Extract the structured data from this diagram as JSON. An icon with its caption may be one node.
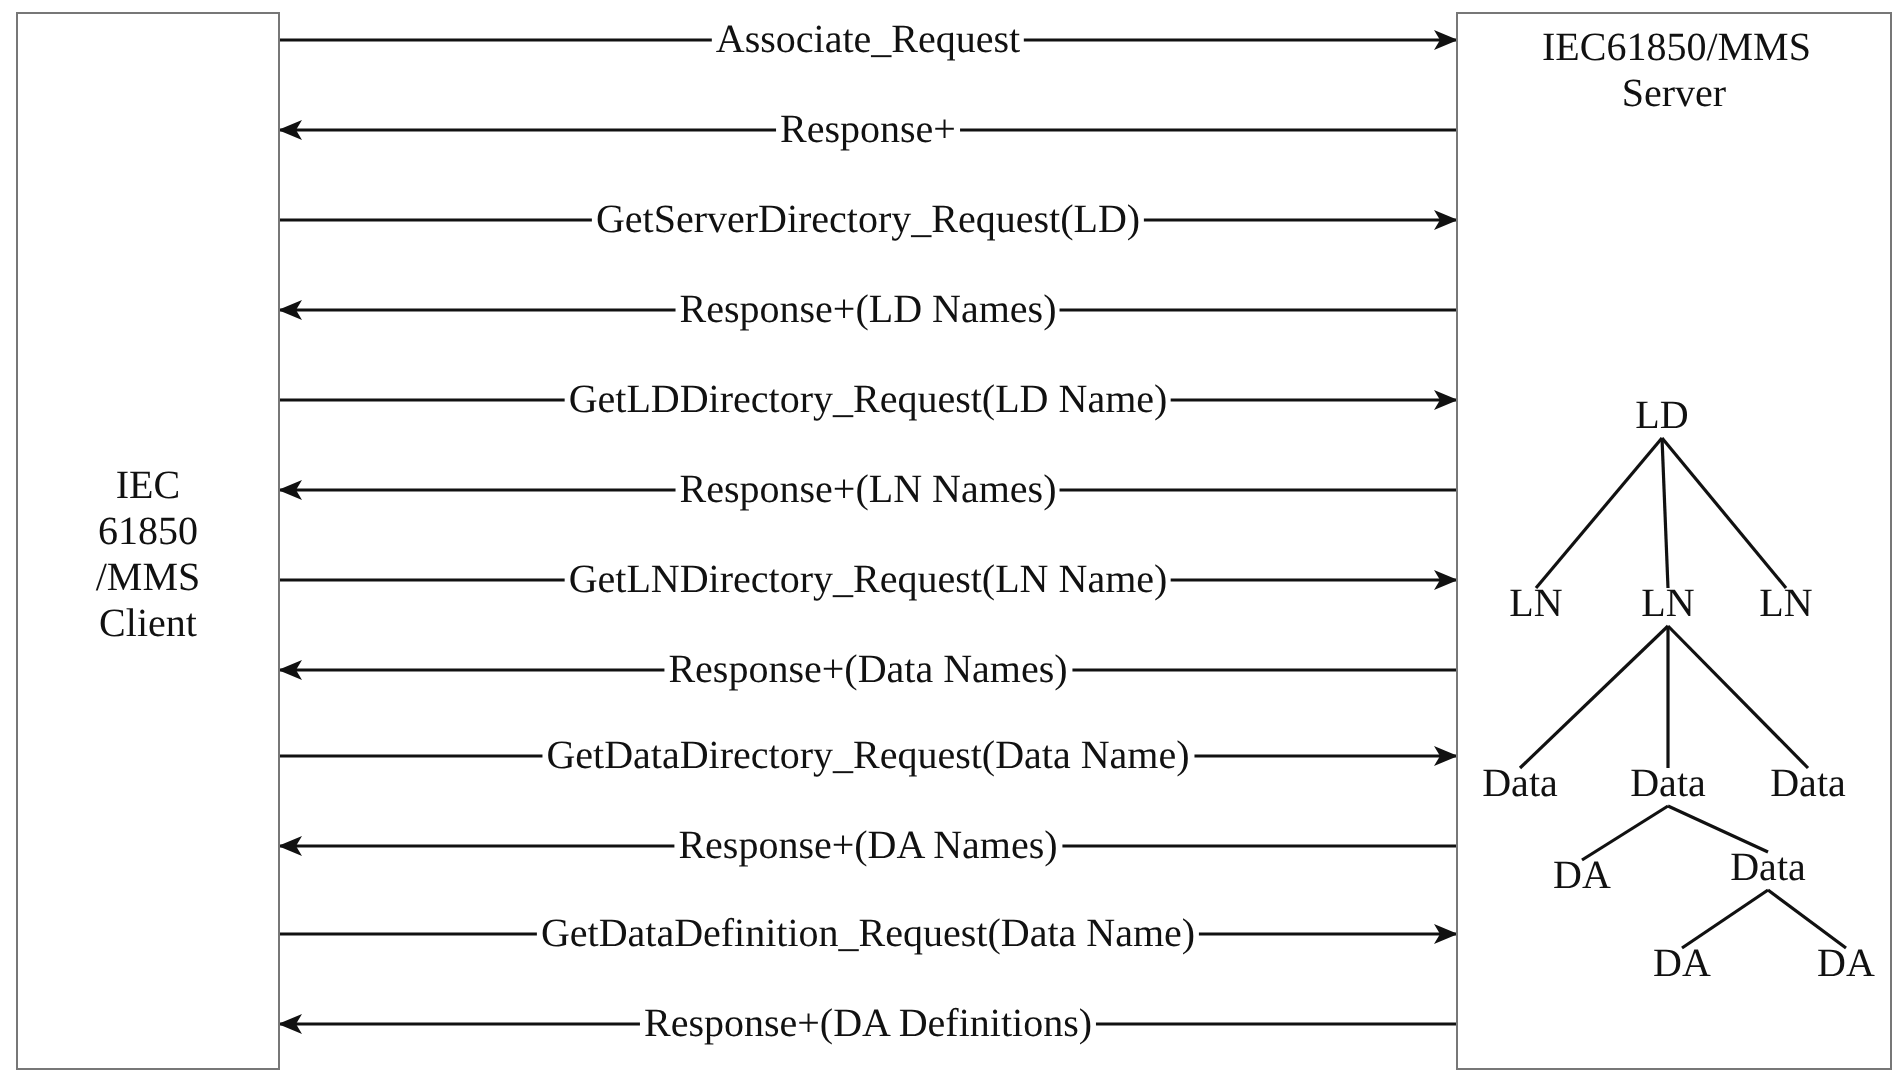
{
  "diagram": {
    "nodes": [
      {
        "text": [
          "IEC 61850 /MMS Client"
        ]
      },
      {
        "text": [
          "IEC61850/MMS Server"
        ]
      },
      {
        "text": [
          "LD"
        ],
        "in": 1
      },
      {
        "text": [
          "LN"
        ],
        "in": 1
      },
      {
        "text": [
          "LN"
        ],
        "in": 1
      },
      {
        "text": [
          "LN"
        ],
        "in": 1
      },
      {
        "text": [
          "Data"
        ],
        "in": 1
      },
      {
        "text": [
          "Data"
        ],
        "in": 1
      },
      {
        "text": [
          "Data"
        ],
        "in": 1
      },
      {
        "text": [
          "DA"
        ],
        "in": 1
      },
      {
        "text": [
          "Data"
        ],
        "in": 1
      },
      {
        "text": [
          "DA"
        ],
        "in": 1
      },
      {
        "text": [
          "DA"
        ],
        "in": 1
      }
    ],
    "edges": [
      {
        "from": 0,
        "to": 1,
        "arrow": "to",
        "label": "Associate_Request"
      },
      {
        "from": 1,
        "to": 0,
        "arrow": "to",
        "label": "Response+"
      },
      {
        "from": 0,
        "to": 1,
        "arrow": "to",
        "label": "GetServerDirectory_Request(LD)"
      },
      {
        "from": 1,
        "to": 0,
        "arrow": "to",
        "label": "Response+(LD Names)"
      },
      {
        "from": 0,
        "to": 1,
        "arrow": "to",
        "label": "GetLDDirectory_Request(LD Name)"
      },
      {
        "from": 1,
        "to": 0,
        "arrow": "to",
        "label": "Response+(LN Names)"
      },
      {
        "from": 0,
        "to": 1,
        "arrow": "to",
        "label": "GetLNDirectory_Request(LN Name)"
      },
      {
        "from": 1,
        "to": 0,
        "arrow": "to",
        "label": "Response+(Data Names)"
      },
      {
        "from": 0,
        "to": 1,
        "arrow": "to",
        "label": "GetDataDirectory_Request(Data Name)"
      },
      {
        "from": 1,
        "to": 0,
        "arrow": "to",
        "label": "Response+(DA Names)"
      },
      {
        "from": 0,
        "to": 1,
        "arrow": "to",
        "label": "GetDataDefinition_Request(Data Name)"
      },
      {
        "from": 1,
        "to": 0,
        "arrow": "to",
        "label": "Response+(DA Definitions)"
      },
      {
        "from": 2,
        "to": 3,
        "arrow": "none"
      },
      {
        "from": 2,
        "to": 4,
        "arrow": "none"
      },
      {
        "from": 2,
        "to": 5,
        "arrow": "none"
      },
      {
        "from": 4,
        "to": 6,
        "arrow": "none"
      },
      {
        "from": 4,
        "to": 7,
        "arrow": "none"
      },
      {
        "from": 4,
        "to": 8,
        "arrow": "none"
      },
      {
        "from": 7,
        "to": 9,
        "arrow": "none"
      },
      {
        "from": 7,
        "to": 10,
        "arrow": "none"
      },
      {
        "from": 10,
        "to": 11,
        "arrow": "none"
      },
      {
        "from": 10,
        "to": 12,
        "arrow": "none"
      }
    ]
  }
}
